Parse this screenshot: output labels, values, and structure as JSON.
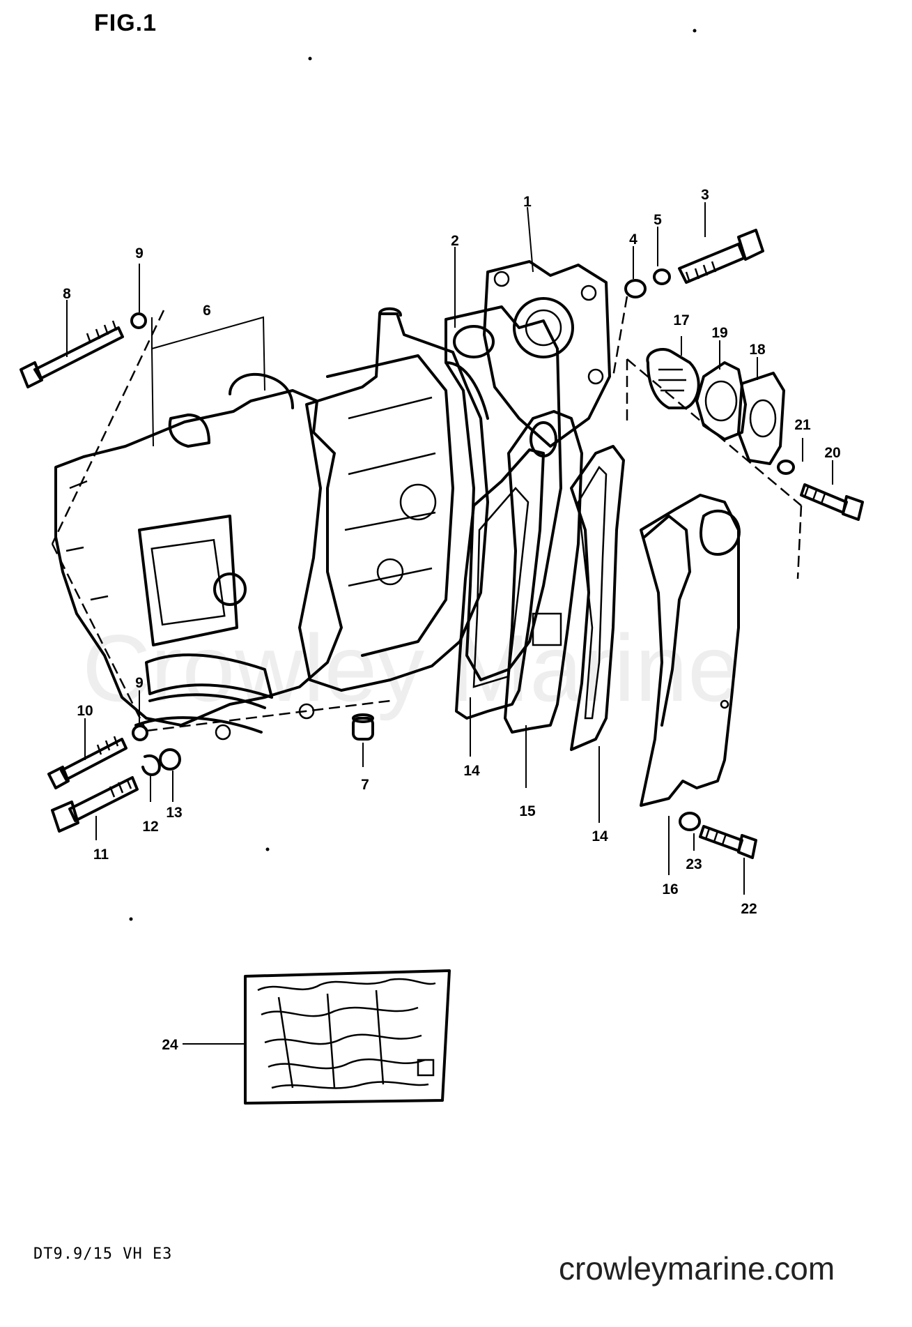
{
  "figure": {
    "title": "FIG.1",
    "model_code": "DT9.9/15 VH E3",
    "watermark": "Crowley Marine",
    "site": "crowleymarine.com"
  },
  "callouts": [
    {
      "id": "c1",
      "label": "1"
    },
    {
      "id": "c2",
      "label": "2"
    },
    {
      "id": "c3",
      "label": "3"
    },
    {
      "id": "c4",
      "label": "4"
    },
    {
      "id": "c5",
      "label": "5"
    },
    {
      "id": "c6",
      "label": "6"
    },
    {
      "id": "c7",
      "label": "7"
    },
    {
      "id": "c8",
      "label": "8"
    },
    {
      "id": "c9a",
      "label": "9"
    },
    {
      "id": "c9b",
      "label": "9"
    },
    {
      "id": "c10",
      "label": "10"
    },
    {
      "id": "c11",
      "label": "11"
    },
    {
      "id": "c12",
      "label": "12"
    },
    {
      "id": "c13",
      "label": "13"
    },
    {
      "id": "c14a",
      "label": "14"
    },
    {
      "id": "c14b",
      "label": "14"
    },
    {
      "id": "c15",
      "label": "15"
    },
    {
      "id": "c16",
      "label": "16"
    },
    {
      "id": "c17",
      "label": "17"
    },
    {
      "id": "c18",
      "label": "18"
    },
    {
      "id": "c19",
      "label": "19"
    },
    {
      "id": "c20",
      "label": "20"
    },
    {
      "id": "c21",
      "label": "21"
    },
    {
      "id": "c22",
      "label": "22"
    },
    {
      "id": "c23",
      "label": "23"
    },
    {
      "id": "c24",
      "label": "24"
    }
  ]
}
